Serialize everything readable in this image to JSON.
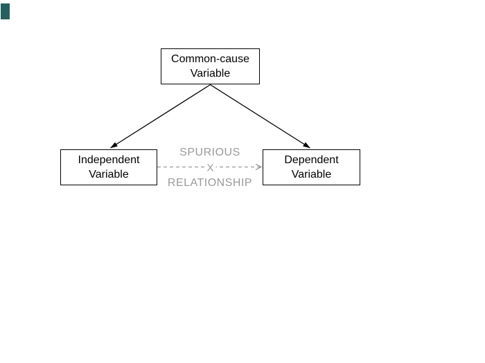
{
  "canvas": {
    "background": "#ffffff"
  },
  "corner_marker": {
    "color": "#255f5f"
  },
  "nodes": {
    "common_cause": {
      "line1": "Common-cause",
      "line2": "Variable"
    },
    "independent": {
      "line1": "Independent",
      "line2": "Variable"
    },
    "dependent": {
      "line1": "Dependent",
      "line2": "Variable"
    }
  },
  "edges": {
    "common_to_independent": {
      "style": "solid-arrow",
      "color": "#000000"
    },
    "common_to_dependent": {
      "style": "solid-arrow",
      "color": "#000000"
    },
    "spurious": {
      "style": "dashed-arrow",
      "color": "#999999",
      "label_top": "SPURIOUS",
      "label_mid": "X",
      "label_bottom": "RELATIONSHIP"
    }
  }
}
